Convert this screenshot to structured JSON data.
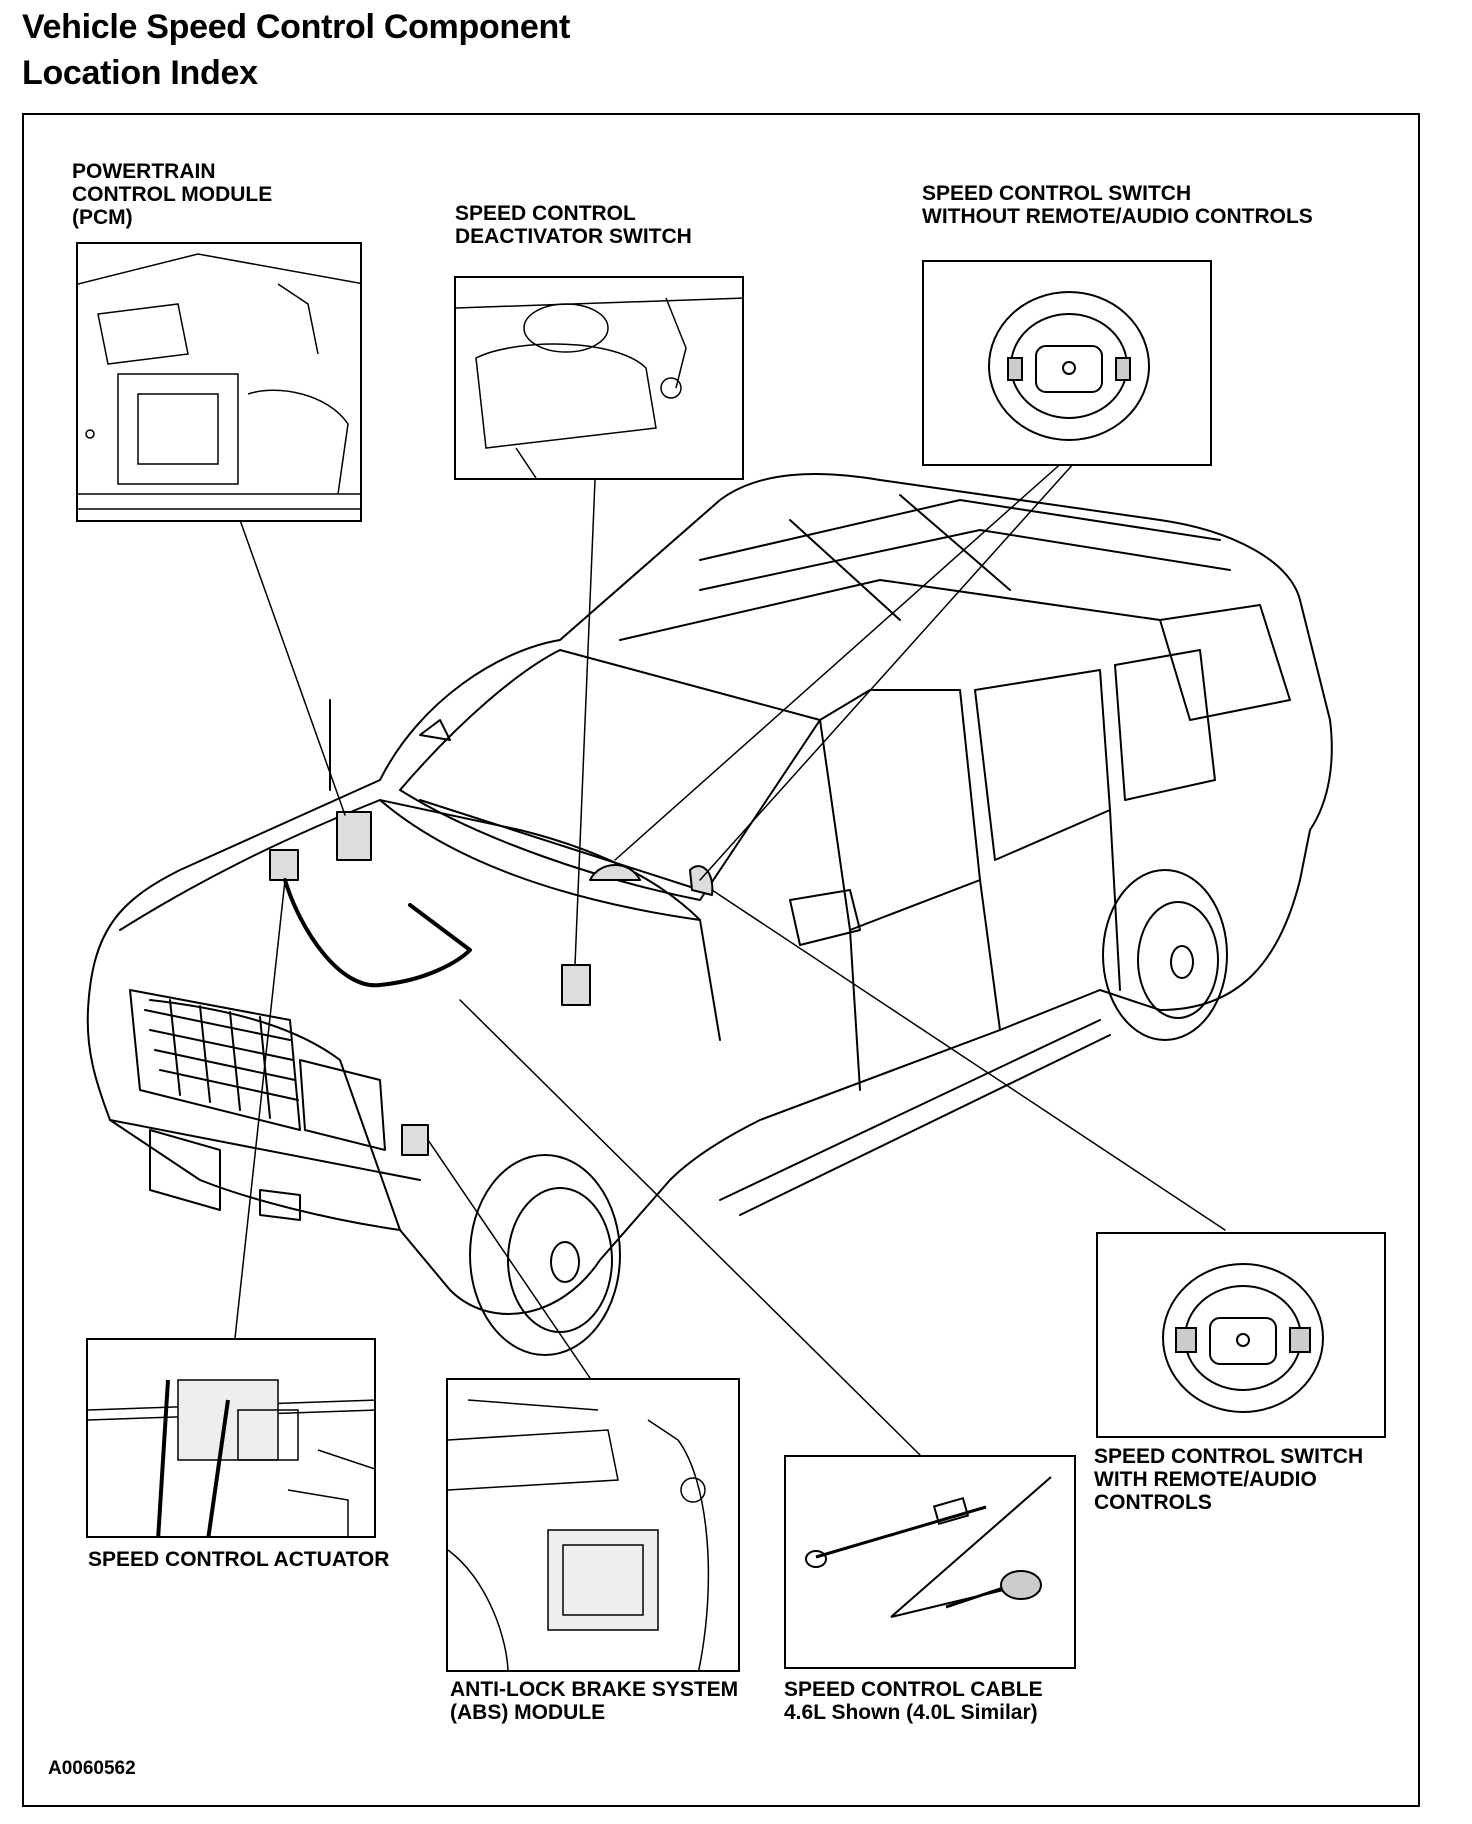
{
  "title": [
    "Vehicle Speed Control Component",
    "Location Index"
  ],
  "labels": {
    "pcm": [
      "POWERTRAIN",
      "CONTROL MODULE",
      "(PCM)"
    ],
    "deactivator": [
      "SPEED CONTROL",
      "DEACTIVATOR SWITCH"
    ],
    "switch_without": [
      "SPEED CONTROL SWITCH",
      "WITHOUT REMOTE/AUDIO CONTROLS"
    ],
    "switch_with": [
      "SPEED CONTROL SWITCH",
      "WITH REMOTE/AUDIO",
      "CONTROLS"
    ],
    "actuator": [
      "SPEED CONTROL ACTUATOR"
    ],
    "abs": [
      "ANTI-LOCK BRAKE SYSTEM",
      "(ABS) MODULE"
    ],
    "cable": [
      "SPEED CONTROL CABLE",
      "4.6L Shown (4.0L Similar)"
    ]
  },
  "figure_id": "A0060562"
}
